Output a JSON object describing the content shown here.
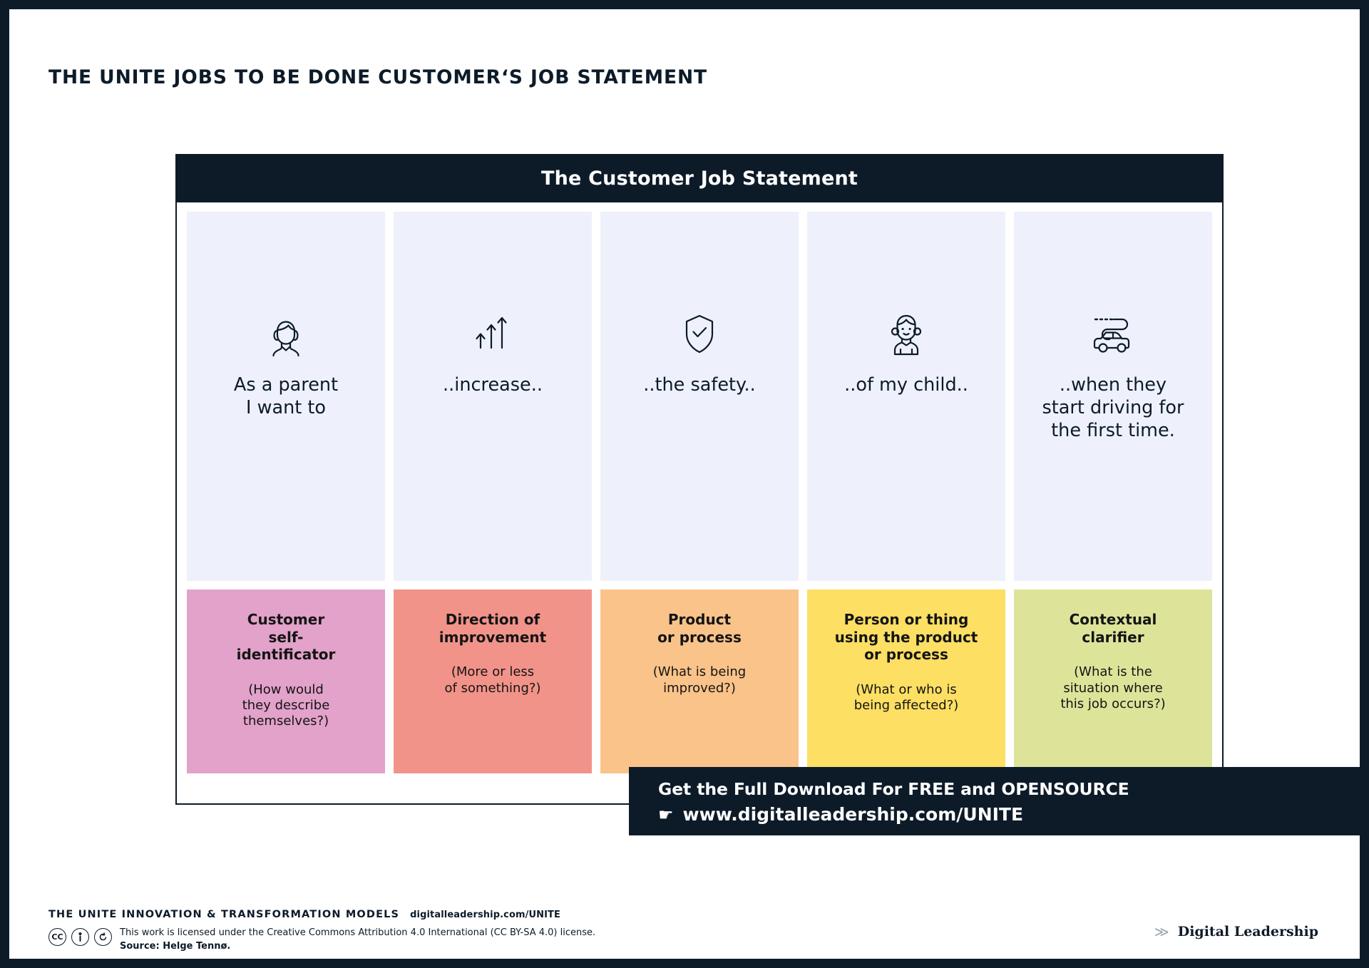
{
  "page_title": "THE UNITE JOBS TO BE DONE CUSTOMER‘S JOB STATEMENT",
  "panel": {
    "header_title": "The Customer Job Statement",
    "columns": [
      {
        "icon": "woman-avatar-icon",
        "phrase": "As a parent\nI want to",
        "label": "Customer\nself-\nidentificator",
        "question": "(How would\nthey describe\nthemselves?)",
        "color": "#e2a2c9"
      },
      {
        "icon": "three-up-arrows-icon",
        "phrase": "..increase..",
        "label": "Direction of\nimprovement",
        "question": "(More or less\nof something?)",
        "color": "#f2938a"
      },
      {
        "icon": "shield-check-icon",
        "phrase": "..the safety..",
        "label": "Product\nor process",
        "question": "(What is being\nimproved?)",
        "color": "#fac389"
      },
      {
        "icon": "child-avatar-icon",
        "phrase": "..of my child..",
        "label": "Person or thing\nusing the product\nor process",
        "question": "(What or who is\nbeing affected?)",
        "color": "#fcdf63"
      },
      {
        "icon": "car-road-icon",
        "phrase": "..when they\nstart driving for\nthe first time.",
        "label": "Contextual\nclarifier",
        "question": "(What is the\nsituation where\nthis job occurs?)",
        "color": "#dde49a"
      }
    ]
  },
  "promo": {
    "line1": "Get the Full Download For FREE and OPENSOURCE",
    "hand_icon": "☛",
    "url": "www.digitalleadership.com/UNITE"
  },
  "footer": {
    "brand": "THE UNITE INNOVATION & TRANSFORMATION MODELS",
    "url": "digitalleadership.com/UNITE",
    "cc_badges": [
      "CC",
      "BY",
      "SA"
    ],
    "license": "This work is licensed under the Creative Commons Attribution 4.0 International (CC BY-SA 4.0) license.",
    "source": "Source: Helge Tennø."
  },
  "logo": {
    "chevron": "≫",
    "text": "Digital Leadership"
  },
  "colors": {
    "dark": "#0d1b29",
    "card_bg": "#eef1fb"
  }
}
